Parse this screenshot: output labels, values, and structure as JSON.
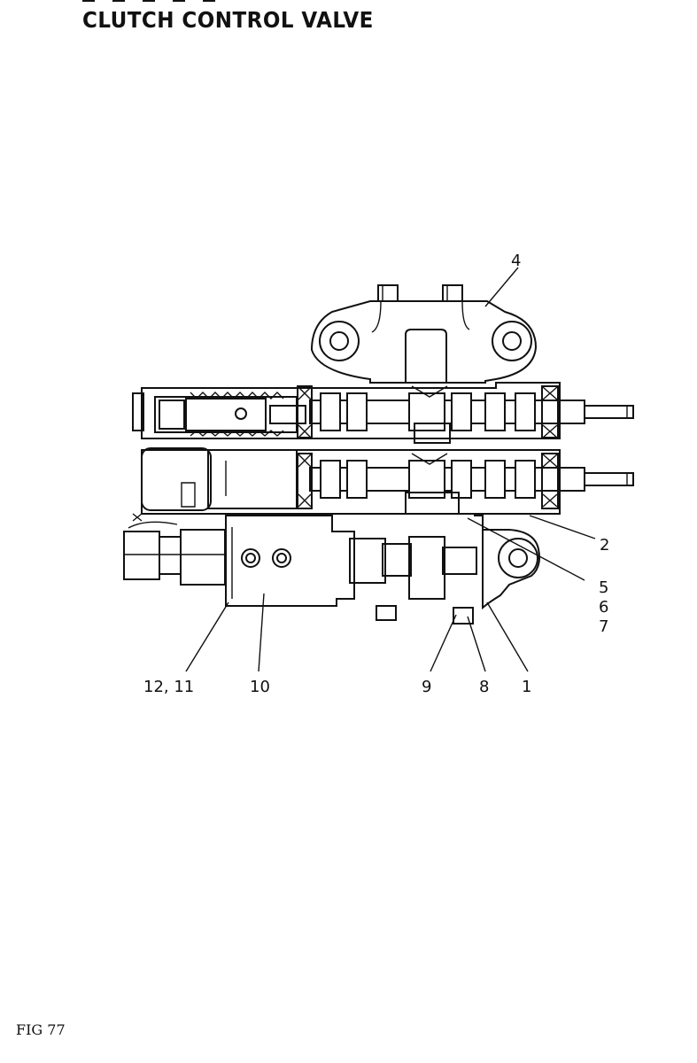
{
  "title": "CLUTCH CONTROL VALVE",
  "figure_label": "FIG 77",
  "callouts": {
    "c4": "4",
    "c2": "2",
    "c5": "5",
    "c6": "6",
    "c7": "7",
    "c12_11": "12, 11",
    "c10": "10",
    "c9": "9",
    "c8": "8",
    "c1": "1"
  }
}
